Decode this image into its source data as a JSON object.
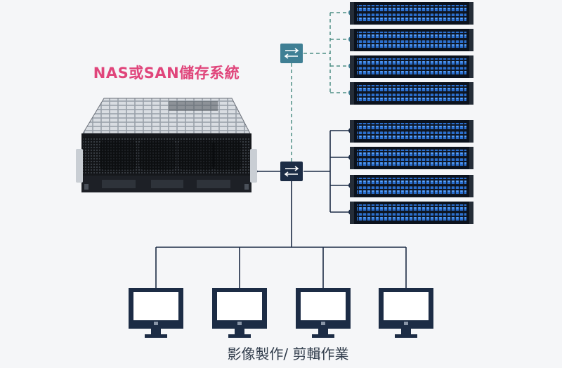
{
  "title": "NAS或SAN儲存系統",
  "caption": "影像製作/ 剪輯作業",
  "colors": {
    "title": "#e0457b",
    "switch_top": "#3f7f94",
    "switch_main": "#1c2c45",
    "line_solid": "#1c2c45",
    "line_dashed": "#4f8f86",
    "monitor": "#1c2c45",
    "server_led": "#2c7bd6"
  },
  "nodes": {
    "storage_system": {
      "icon": "nas-storage-chassis-icon"
    },
    "top_switch": {
      "icon": "network-switch-icon",
      "connection": "dashed"
    },
    "main_switch": {
      "icon": "network-switch-icon",
      "connection": "solid"
    },
    "top_servers": {
      "count": 4,
      "icon": "rack-server-icon",
      "connection": "dashed"
    },
    "bottom_servers": {
      "count": 4,
      "icon": "rack-server-icon",
      "connection": "solid"
    },
    "workstations": {
      "count": 4,
      "icon": "monitor-icon"
    }
  }
}
